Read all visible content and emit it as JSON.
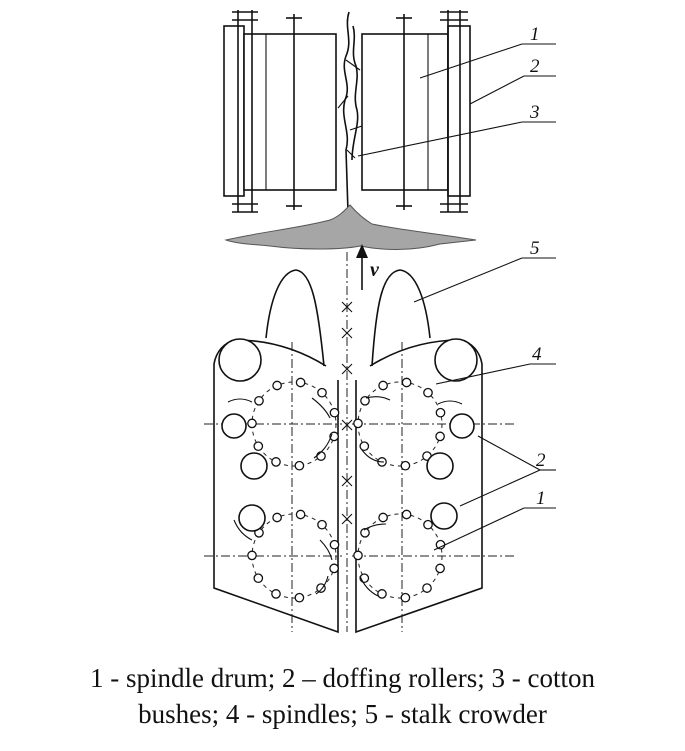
{
  "caption": {
    "line1": "1 - spindle drum; 2 – doffing rollers; 3 - cotton",
    "line2": "bushes; 4 - spindles; 5 - stalk crowder"
  },
  "labels": {
    "top_1": "1",
    "top_2": "2",
    "top_3": "3",
    "velocity": "v",
    "bottom_5": "5",
    "bottom_4": "4",
    "bottom_2": "2",
    "bottom_1": "1"
  }
}
